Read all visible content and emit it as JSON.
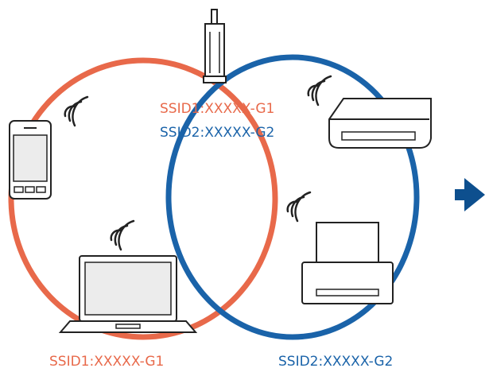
{
  "labels": {
    "router_ssid1": "SSID1:XXXXX-G1",
    "router_ssid2": "SSID2:XXXXX-G2",
    "network1_ssid": "SSID1:XXXXX-G1",
    "network2_ssid": "SSID2:XXXXX-G2"
  },
  "colors": {
    "network1": "#e8694a",
    "network2": "#1a63a9",
    "device_stroke": "#222222",
    "arrow": "#0d4f8e"
  },
  "icons": {
    "router": "wireless-router-icon",
    "phone": "smartphone-icon",
    "laptop": "laptop-icon",
    "scanner": "scanner-icon",
    "printer": "printer-icon",
    "wifi": "wifi-signal-icon",
    "arrow": "arrow-right-icon"
  }
}
